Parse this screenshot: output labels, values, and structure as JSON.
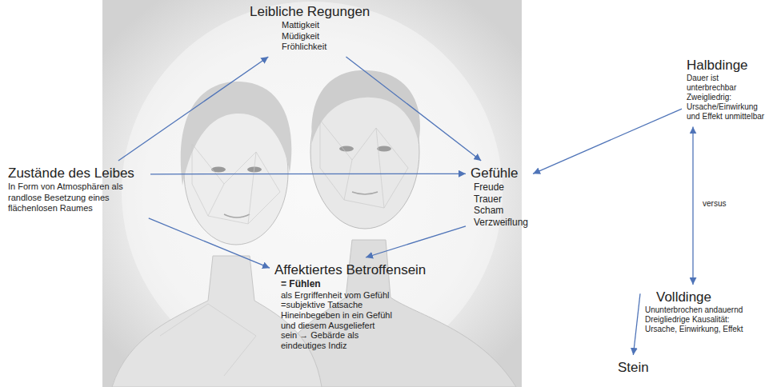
{
  "diagram": {
    "nodes": [
      {
        "text": [
          "Leibliche Regungen",
          "Mattigkeit Müdigkeit Fröhlichkeit"
        ]
      },
      {
        "text": [
          "Zustände des Leibes",
          "In Form von Atmosphären als randlose Besetzung eines flächenlosen Raumes"
        ]
      },
      {
        "text": [
          "Gefühle",
          "Freude Trauer Scham Verzweiflung"
        ]
      },
      {
        "text": [
          "Affektiertes Betroffensein",
          "= Fühlen",
          "als Ergriffenheit vom Gefühl =subjektive Tatsache Hineinbegeben in ein Gefühl und diesem Ausgeliefert sein → Gebärde als eindeutiges Indiz"
        ]
      },
      {
        "text": [
          "Halbdinge",
          "Dauer ist unterbrechbar Zweigliedrig: Ursache/Einwirkung und Effekt unmittelbar"
        ]
      },
      {
        "text": [
          "Volldinge",
          "Ununterbrochen andauernd Dreigliedrige Kausalität: Ursache, Einwirkung, Effekt"
        ]
      },
      {
        "text": [
          "Stein"
        ]
      }
    ],
    "edges": [
      {
        "from": 1,
        "to": 0,
        "arrow": "to"
      },
      {
        "from": 1,
        "to": 2,
        "arrow": "to"
      },
      {
        "from": 1,
        "to": 3,
        "arrow": "to"
      },
      {
        "from": 0,
        "to": 2,
        "arrow": "to"
      },
      {
        "from": 2,
        "to": 3,
        "arrow": "to"
      },
      {
        "from": 4,
        "to": 2,
        "arrow": "to"
      },
      {
        "from": 4,
        "to": 5,
        "label": "versus",
        "arrow": "both"
      },
      {
        "from": 5,
        "to": 6,
        "arrow": "to"
      }
    ]
  }
}
